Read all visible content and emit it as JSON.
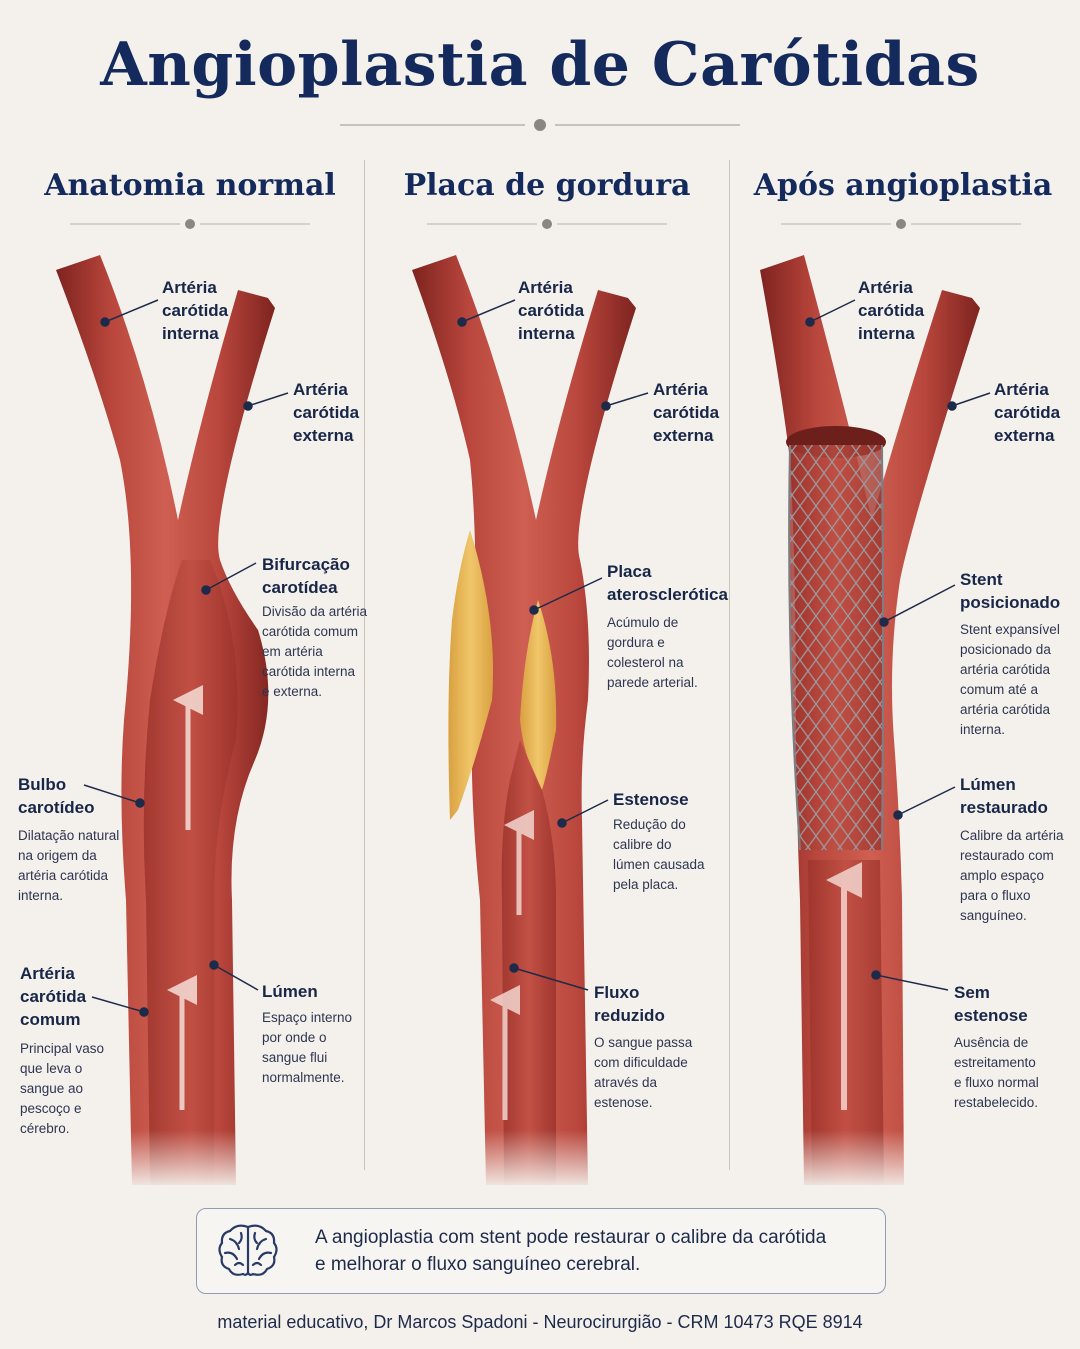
{
  "title": "Angioplastia de Carótidas",
  "colors": {
    "heading": "#142a5c",
    "artery": "#b8463c",
    "artery_dark": "#8a2a24",
    "plaque": "#e2b455",
    "stent": "#8c8f96"
  },
  "columns": [
    {
      "title": "Anatomia normal",
      "labels": {
        "internal": "Artéria\ncarótida\ninterna",
        "external": "Artéria\ncarótida\nexterna",
        "bifurcation": "Bifurcação\ncarotídea",
        "bifurcation_desc": "Divisão da artéria\ncarótida comum\nem artéria\ncarótida interna\ne externa.",
        "bulb": "Bulbo\ncarotídeo",
        "bulb_desc": "Dilatação natural\nna origem da\nartéria carótida\ninterna.",
        "common": "Artéria\ncarótida\ncomum",
        "common_desc": "Principal vaso\nque leva o\nsangue ao\npescoço e\ncérebro.",
        "lumen": "Lúmen",
        "lumen_desc": "Espaço interno\npor onde o\nsangue flui\nnormalmente."
      }
    },
    {
      "title": "Placa de gordura",
      "labels": {
        "internal": "Artéria\ncarótida\ninterna",
        "external": "Artéria\ncarótida\nexterna",
        "plaque": "Placa\naterosclerótica",
        "plaque_desc": "Acúmulo de\ngordura e\ncolesterol na\nparede arterial.",
        "stenosis": "Estenose",
        "stenosis_desc": "Redução do\ncalibre do\nlúmen causada\npela placa.",
        "reduced": "Fluxo\nreduzido",
        "reduced_desc": "O sangue passa\ncom dificuldade\natravés da\nestenose."
      }
    },
    {
      "title": "Após angioplastia",
      "labels": {
        "internal": "Artéria\ncarótida\ninterna",
        "external": "Artéria\ncarótida\nexterna",
        "stent": "Stent\nposicionado",
        "stent_desc": "Stent expansível\nposicionado da\nartéria carótida\ncomum até a\nartéria carótida\ninterna.",
        "restored": "Lúmen\nrestaurado",
        "restored_desc": "Calibre da artéria\nrestaurado com\namplo espaço\npara o fluxo\nsanguíneo.",
        "nostenosis": "Sem\nestenose",
        "nostenosis_desc": "Ausência de\nestreitamento\ne fluxo normal\nrestabelecido."
      }
    }
  ],
  "info_icon": "brain-icon",
  "info_text": "A angioplastia com stent pode restaurar o calibre da carótida\ne melhorar o fluxo sanguíneo cerebral.",
  "footer": "material educativo, Dr Marcos Spadoni - Neurocirurgião - CRM 10473 RQE 8914"
}
